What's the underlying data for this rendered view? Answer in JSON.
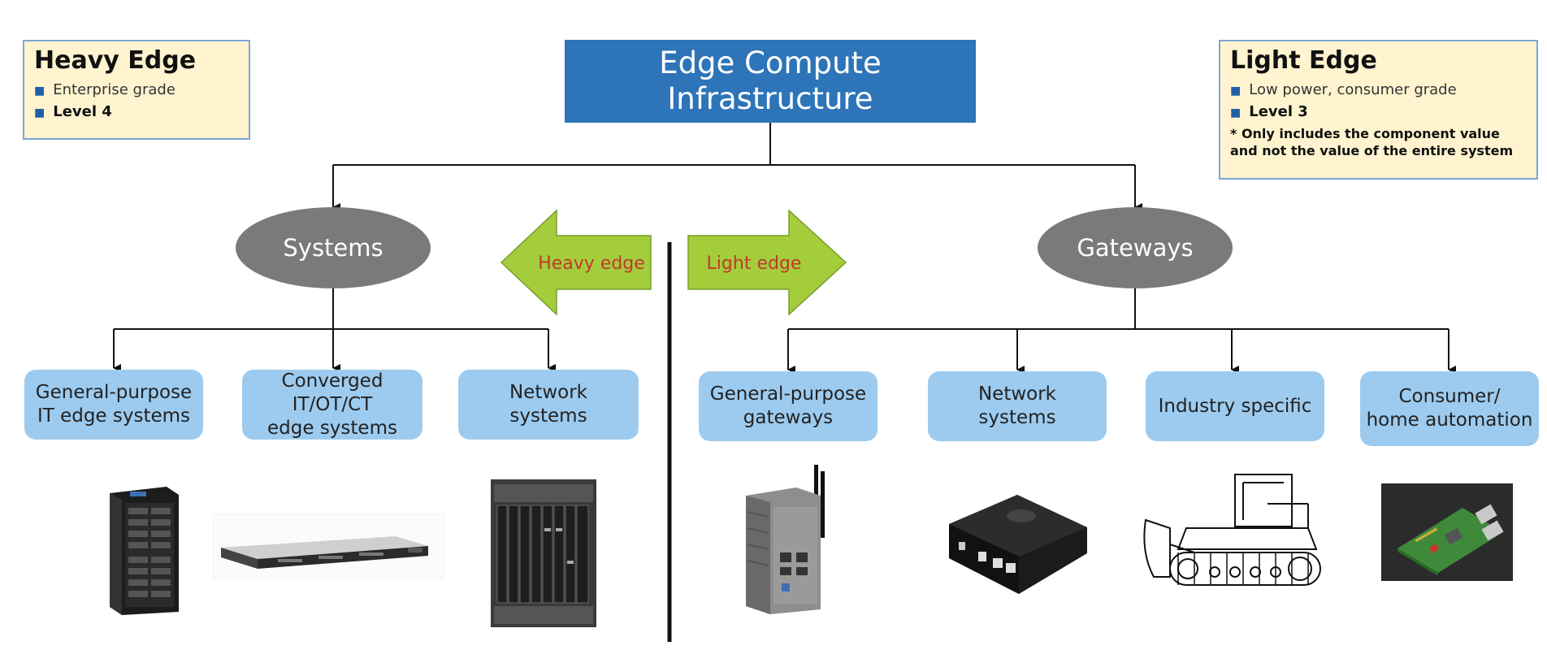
{
  "heavy_edge_box": {
    "title": "Heavy Edge",
    "items": [
      "Enterprise grade",
      "Level 4"
    ]
  },
  "light_edge_box": {
    "title": "Light Edge",
    "items": [
      "Low power, consumer grade",
      "Level 3"
    ],
    "note_line1": "* Only includes the component value",
    "note_line2": "and not the value of the entire system"
  },
  "root": {
    "line1": "Edge Compute",
    "line2": "Infrastructure"
  },
  "branches": {
    "systems": "Systems",
    "gateways": "Gateways"
  },
  "arrows": {
    "heavy": "Heavy edge",
    "light": "Light edge"
  },
  "systems_children": [
    {
      "line1": "General-purpose",
      "line2": "IT edge systems"
    },
    {
      "line1": "Converged",
      "line2": "IT/OT/CT",
      "line3": "edge systems"
    },
    {
      "line1": "Network",
      "line2": "systems"
    }
  ],
  "gateways_children": [
    {
      "line1": "General-purpose",
      "line2": "gateways"
    },
    {
      "line1": "Network",
      "line2": "systems"
    },
    {
      "line1": "Industry specific"
    },
    {
      "line1": "Consumer/",
      "line2": "home automation"
    }
  ],
  "colors": {
    "root_fill": "#2d74b8",
    "branch_fill": "#7a7a7a",
    "category_fill": "#9dcbef",
    "arrow_fill": "#a4cd3c",
    "arrow_text": "#c0392b",
    "info_fill": "#fff4cf"
  },
  "images": [
    "tower-server-image",
    "rack-server-image",
    "network-chassis-image",
    "industrial-gateway-image",
    "network-router-image",
    "bulldozer-image",
    "raspberry-pi-board-image"
  ]
}
